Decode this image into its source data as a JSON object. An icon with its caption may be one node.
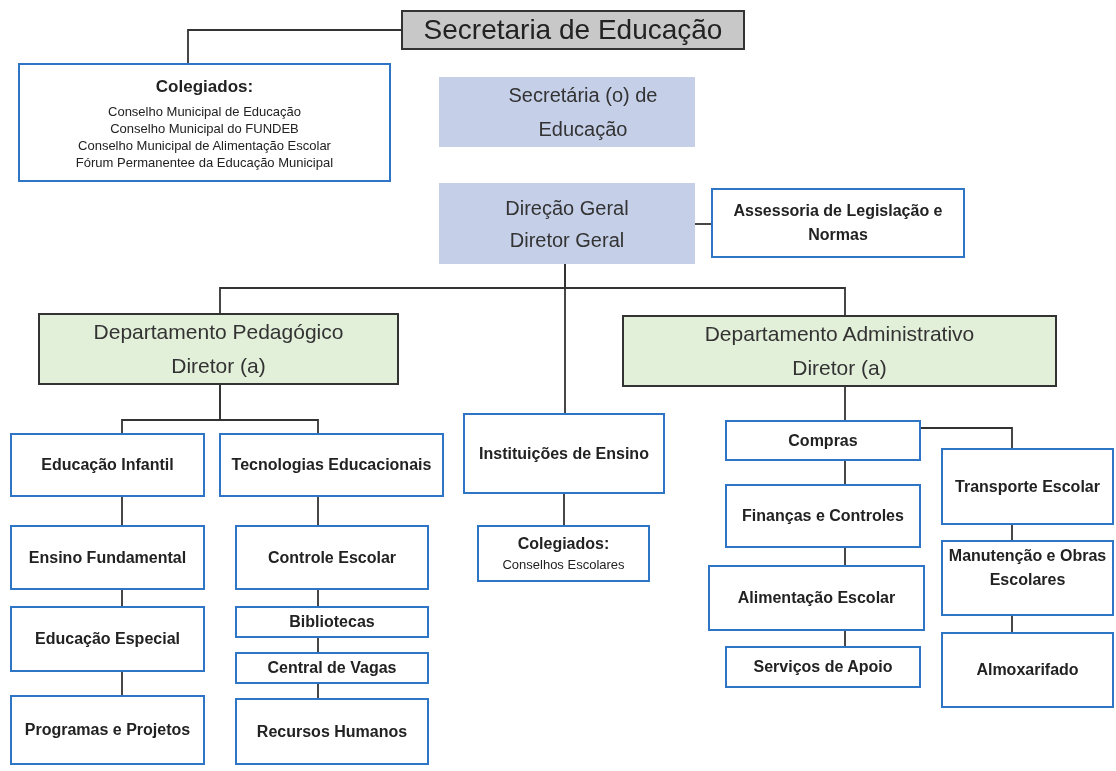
{
  "diagram": {
    "nodes": [
      {
        "text": [
          "Secretaria de Educação"
        ]
      },
      {
        "text": [
          "Colegiados:",
          "Conselho Municipal de Educação",
          "Conselho Municipal do FUNDEB",
          "Conselho Municipal de Alimentação Escolar",
          "Fórum Permanentee da Educação Municipal"
        ]
      },
      {
        "text": [
          "Secretária (o) de Educação"
        ]
      },
      {
        "text": [
          "Direção Geral",
          "Diretor Geral"
        ]
      },
      {
        "text": [
          "Assessoria de Legislação e Normas"
        ]
      },
      {
        "text": [
          "Departamento Pedagógico",
          "Diretor (a)"
        ]
      },
      {
        "text": [
          "Departamento Administrativo",
          "Diretor (a)"
        ]
      },
      {
        "text": [
          "Educação Infantil"
        ]
      },
      {
        "text": [
          "Tecnologias Educacionais"
        ]
      },
      {
        "text": [
          "Instituições de Ensino"
        ]
      },
      {
        "text": [
          "Compras"
        ]
      },
      {
        "text": [
          "Transporte Escolar"
        ]
      },
      {
        "text": [
          "Finanças e Controles"
        ]
      },
      {
        "text": [
          "Ensino Fundamental"
        ]
      },
      {
        "text": [
          "Controle Escolar"
        ]
      },
      {
        "text": [
          "Colegiados:",
          "Conselhos Escolares"
        ]
      },
      {
        "text": [
          "Manutenção e Obras Escolares"
        ]
      },
      {
        "text": [
          "Alimentação Escolar"
        ]
      },
      {
        "text": [
          "Educação Especial"
        ]
      },
      {
        "text": [
          "Bibliotecas"
        ]
      },
      {
        "text": [
          "Central de Vagas"
        ]
      },
      {
        "text": [
          "Almoxarifado"
        ]
      },
      {
        "text": [
          "Serviços de Apoio"
        ]
      },
      {
        "text": [
          "Programas e Projetos"
        ]
      },
      {
        "text": [
          "Recursos Humanos"
        ]
      }
    ],
    "edges": [
      {
        "from": 0,
        "to": 1,
        "arrow": "none"
      },
      {
        "from": 3,
        "to": 4,
        "arrow": "none"
      },
      {
        "from": 3,
        "to": 5,
        "arrow": "none"
      },
      {
        "from": 3,
        "to": 9,
        "arrow": "none"
      },
      {
        "from": 3,
        "to": 6,
        "arrow": "none"
      },
      {
        "from": 5,
        "to": 7,
        "arrow": "none"
      },
      {
        "from": 5,
        "to": 8,
        "arrow": "none"
      },
      {
        "from": 7,
        "to": 13,
        "arrow": "none"
      },
      {
        "from": 13,
        "to": 18,
        "arrow": "none"
      },
      {
        "from": 18,
        "to": 23,
        "arrow": "none"
      },
      {
        "from": 8,
        "to": 14,
        "arrow": "none"
      },
      {
        "from": 14,
        "to": 19,
        "arrow": "none"
      },
      {
        "from": 19,
        "to": 20,
        "arrow": "none"
      },
      {
        "from": 20,
        "to": 24,
        "arrow": "none"
      },
      {
        "from": 9,
        "to": 15,
        "arrow": "none"
      },
      {
        "from": 6,
        "to": 10,
        "arrow": "none"
      },
      {
        "from": 10,
        "to": 11,
        "arrow": "none"
      },
      {
        "from": 10,
        "to": 12,
        "arrow": "none"
      },
      {
        "from": 12,
        "to": 17,
        "arrow": "none"
      },
      {
        "from": 17,
        "to": 22,
        "arrow": "none"
      },
      {
        "from": 11,
        "to": 16,
        "arrow": "none"
      },
      {
        "from": 16,
        "to": 21,
        "arrow": "none"
      }
    ]
  }
}
